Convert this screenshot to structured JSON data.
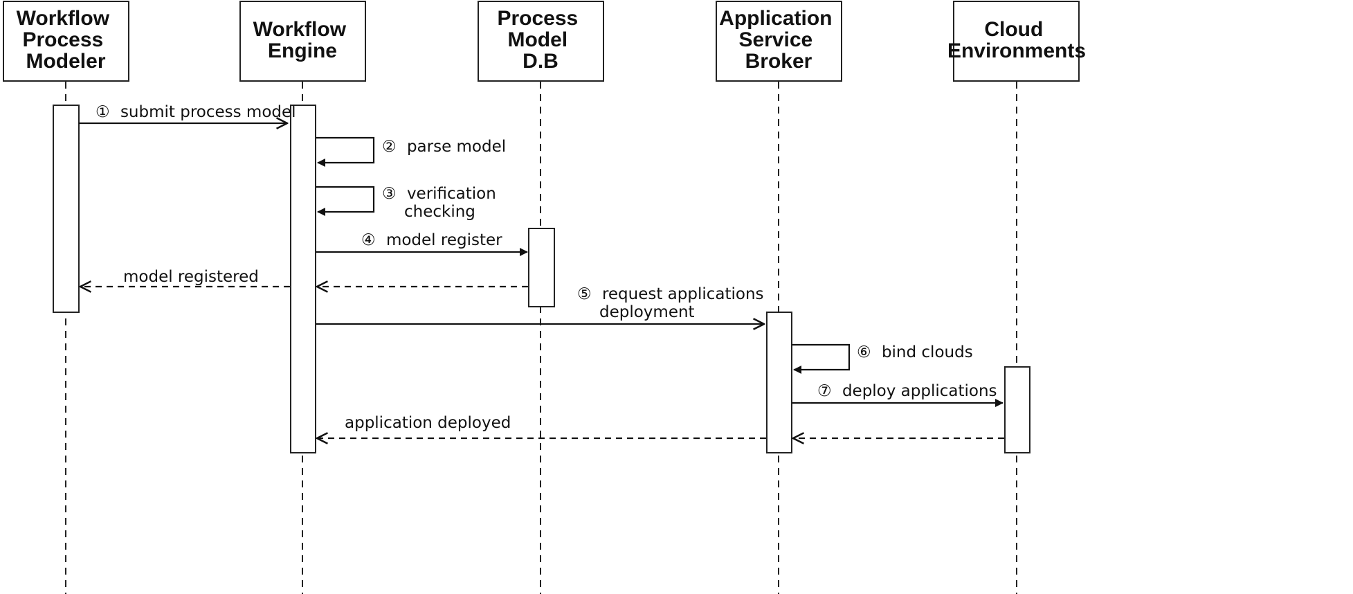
{
  "participants": [
    {
      "id": "modeler",
      "name": [
        "Workflow",
        "Process",
        "Modeler"
      ]
    },
    {
      "id": "engine",
      "name": [
        "Workflow",
        "Engine"
      ]
    },
    {
      "id": "db",
      "name": [
        "Process",
        "Model",
        "D.B"
      ]
    },
    {
      "id": "broker",
      "name": [
        "Application",
        "Service",
        "Broker"
      ]
    },
    {
      "id": "cloud",
      "name": [
        "Cloud",
        "Environments"
      ]
    }
  ],
  "messages": [
    {
      "step": "①",
      "text": [
        "submit process model"
      ],
      "from": "modeler",
      "to": "engine",
      "kind": "call"
    },
    {
      "step": "②",
      "text": [
        "parse model"
      ],
      "from": "engine",
      "to": "engine",
      "kind": "self"
    },
    {
      "step": "③",
      "text": [
        "verification",
        "checking"
      ],
      "from": "engine",
      "to": "engine",
      "kind": "self"
    },
    {
      "step": "④",
      "text": [
        "model register"
      ],
      "from": "engine",
      "to": "db",
      "kind": "call"
    },
    {
      "step": "",
      "text": [],
      "from": "db",
      "to": "engine",
      "kind": "return"
    },
    {
      "step": "",
      "text": [
        "model registered"
      ],
      "from": "engine",
      "to": "modeler",
      "kind": "return"
    },
    {
      "step": "⑤",
      "text": [
        "request applications",
        "deployment"
      ],
      "from": "engine",
      "to": "broker",
      "kind": "call"
    },
    {
      "step": "⑥",
      "text": [
        "bind clouds"
      ],
      "from": "broker",
      "to": "broker",
      "kind": "self"
    },
    {
      "step": "⑦",
      "text": [
        "deploy applications"
      ],
      "from": "broker",
      "to": "cloud",
      "kind": "call"
    },
    {
      "step": "",
      "text": [],
      "from": "cloud",
      "to": "broker",
      "kind": "return"
    },
    {
      "step": "",
      "text": [
        "application deployed"
      ],
      "from": "broker",
      "to": "engine",
      "kind": "return"
    }
  ]
}
